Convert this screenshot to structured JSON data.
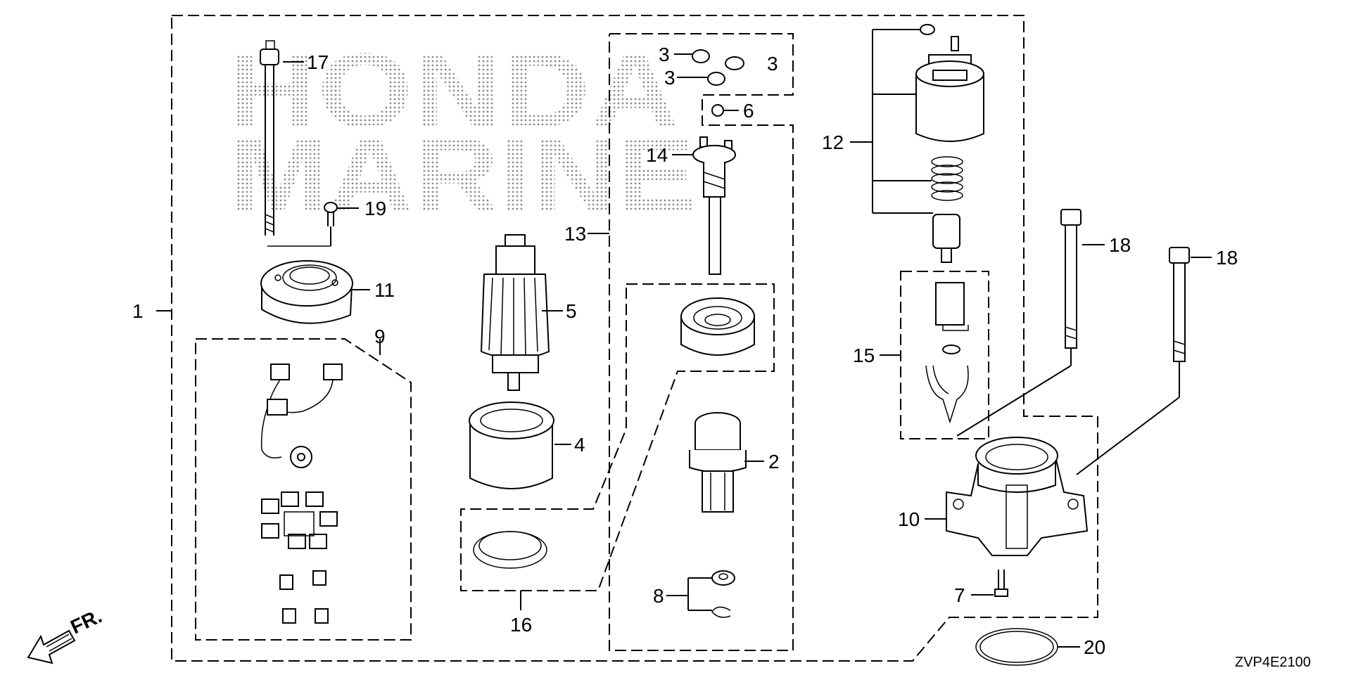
{
  "watermark": {
    "line1": "HONDA",
    "line2": "MARINE"
  },
  "code": "ZVP4E2100",
  "direction_label": "FR.",
  "callouts": {
    "c1": "1",
    "c2": "2",
    "c3a": "3",
    "c3b": "3",
    "c3c": "3",
    "c4": "4",
    "c5": "5",
    "c6": "6",
    "c7": "7",
    "c8": "8",
    "c9": "9",
    "c10": "10",
    "c11": "11",
    "c12": "12",
    "c13": "13",
    "c14": "14",
    "c15": "15",
    "c16": "16",
    "c17": "17",
    "c18a": "18",
    "c18b": "18",
    "c19": "19",
    "c20": "20"
  }
}
